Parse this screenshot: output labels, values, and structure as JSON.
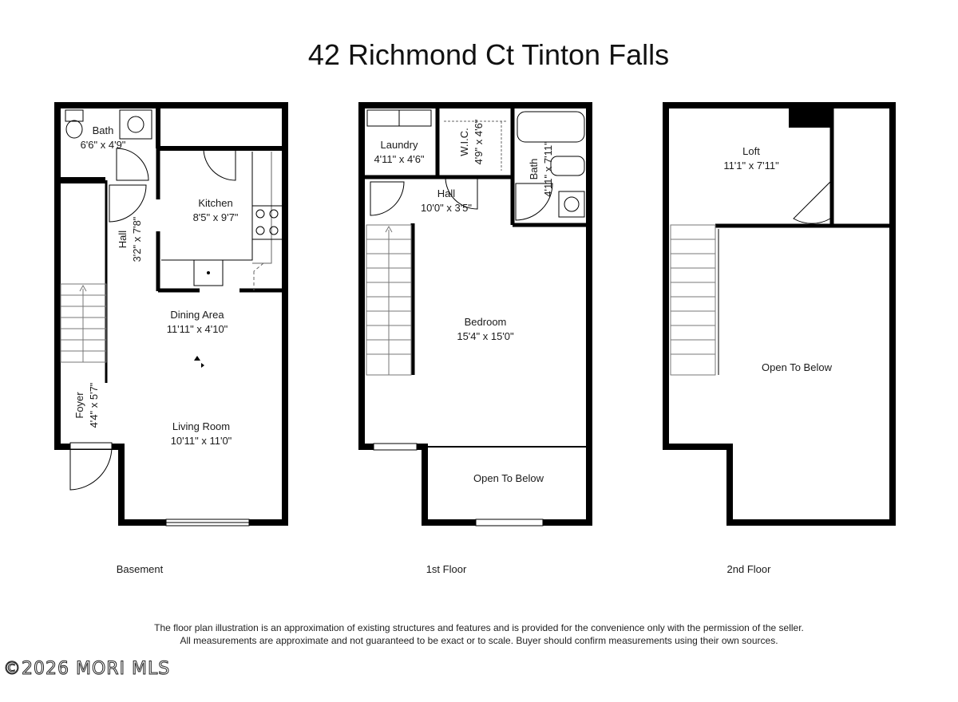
{
  "title": "42 Richmond Ct Tinton Falls",
  "floors": {
    "basement": {
      "name": "Basement",
      "rooms": {
        "bath": {
          "name": "Bath",
          "dims": "6'6\" x 4'9\""
        },
        "kitchen": {
          "name": "Kitchen",
          "dims": "8'5\" x 9'7\""
        },
        "hall": {
          "name": "Hall",
          "dims": "3'2\" x 7'8\""
        },
        "dining": {
          "name": "Dining Area",
          "dims": "11'11\" x 4'10\""
        },
        "foyer": {
          "name": "Foyer",
          "dims": "4'4\" x 5'7\""
        },
        "living": {
          "name": "Living Room",
          "dims": "10'11\" x 11'0\""
        }
      }
    },
    "first": {
      "name": "1st Floor",
      "rooms": {
        "laundry": {
          "name": "Laundry",
          "dims": "4'11\" x 4'6\""
        },
        "wic": {
          "name": "W.I.C.",
          "dims": "4'9\" x 4'6\""
        },
        "bath": {
          "name": "Bath",
          "dims": "4'11\" x 7'11\""
        },
        "hall": {
          "name": "Hall",
          "dims": "10'0\" x 3'5\""
        },
        "bedroom": {
          "name": "Bedroom",
          "dims": "15'4\" x 15'0\""
        },
        "open_below": {
          "name": "Open To Below"
        }
      }
    },
    "second": {
      "name": "2nd Floor",
      "rooms": {
        "loft": {
          "name": "Loft",
          "dims": "11'1\" x 7'11\""
        },
        "open_below": {
          "name": "Open To Below"
        }
      }
    }
  },
  "disclaimer": "The floor plan illustration is an approximation of existing structures and features and is provided for the convenience only with the permission of the seller. All measurements are approximate and not guaranteed to be exact or to scale. Buyer should confirm measurements using their own sources.",
  "watermark": "©2026 MORI MLS"
}
